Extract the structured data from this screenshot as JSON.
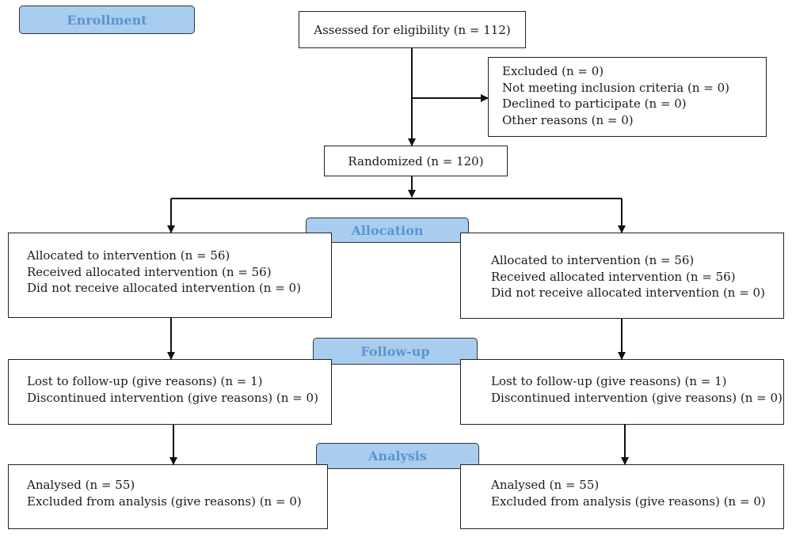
{
  "stages": {
    "enrollment": "Enrollment",
    "allocation": "Allocation",
    "followup": "Follow-up",
    "analysis": "Analysis"
  },
  "assessed": "Assessed for eligibility (n = 112)",
  "excluded": {
    "lines": [
      "Excluded (n = 0)",
      "Not meeting inclusion criteria (n = 0)",
      "Declined to participate (n = 0)",
      "Other reasons (n = 0)"
    ]
  },
  "randomized": "Randomized (n = 120)",
  "left": {
    "allocation": [
      "Allocated to intervention (n = 56)",
      "Received allocated intervention (n = 56)",
      "Did not receive allocated intervention (n = 0)"
    ],
    "followup": [
      "Lost to follow-up (give reasons) (n = 1)",
      "Discontinued intervention (give reasons) (n = 0)"
    ],
    "analysis": [
      "Analysed (n = 55)",
      "Excluded from analysis (give reasons) (n = 0)"
    ]
  },
  "right": {
    "allocation": [
      "Allocated to intervention (n = 56)",
      "Received allocated intervention (n = 56)",
      "Did not receive allocated intervention (n = 0)"
    ],
    "followup": [
      "Lost to follow-up (give reasons) (n = 1)",
      "Discontinued intervention (give reasons) (n = 0)"
    ],
    "analysis": [
      "Analysed (n = 55)",
      "Excluded from analysis (give reasons) (n = 0)"
    ]
  }
}
